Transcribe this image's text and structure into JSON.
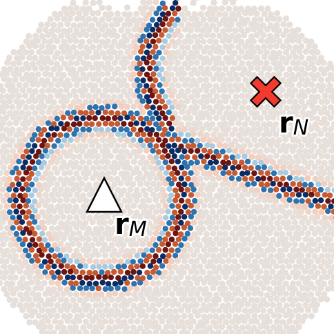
{
  "markers": {
    "triangle": {
      "shape": "triangle",
      "color": "#ffffff",
      "outline": "#000000"
    },
    "cross": {
      "shape": "cross",
      "color": "#f23a2e",
      "outline": "#000000"
    }
  },
  "labels": {
    "rM": {
      "main": "r",
      "sub": "M"
    },
    "rN": {
      "main": "r",
      "sub": "N"
    }
  },
  "palette": {
    "background_dots": "#e6ddd8",
    "warm_light": "#f2cbb8",
    "warm": "#c65a32",
    "warm_dark": "#6b1410",
    "cool_light": "#a9cbe0",
    "cool": "#2e73ae",
    "cool_dark": "#0b2c63"
  }
}
